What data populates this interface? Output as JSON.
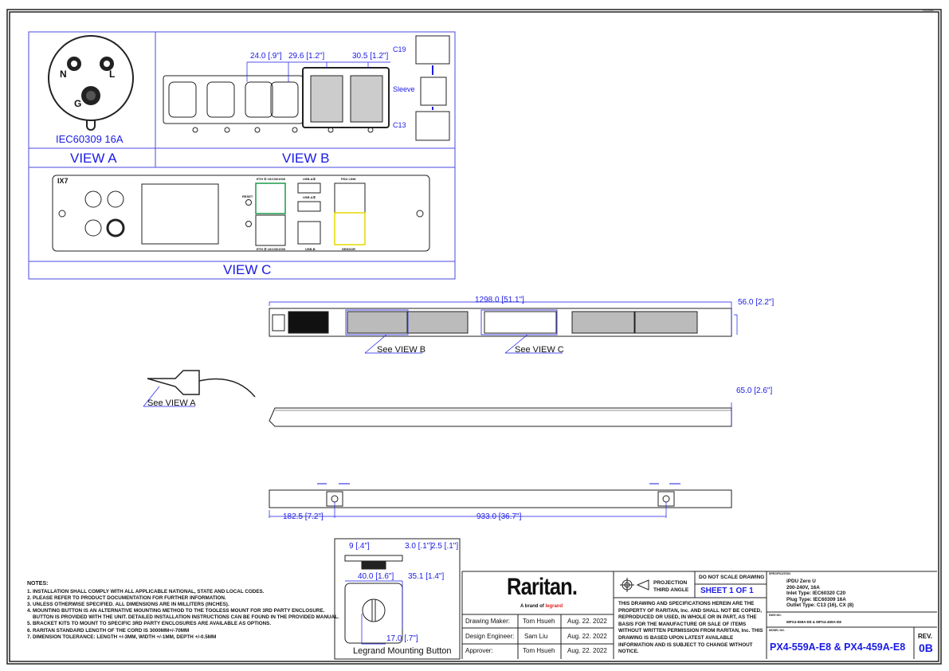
{
  "sheet_code": "PX4-559A",
  "view_a": {
    "label": "VIEW A",
    "plug_name": "IEC60309 16A",
    "pins": [
      "N",
      "L",
      "G"
    ]
  },
  "view_b": {
    "label": "VIEW B",
    "dims": [
      "24.0 [.9\"]",
      "29.6 [1.2\"]",
      "30.5 [1.2\"]"
    ],
    "outlet_labels": [
      "C19",
      "Sleeve",
      "C13"
    ]
  },
  "view_c": {
    "label": "VIEW C",
    "logo": "IX7",
    "ports": {
      "eth1": "ETH ① 10/100/1000",
      "eth2": "ETH ② 10/100/1000",
      "usb_a1": "USB-A①",
      "usb_a2": "USB-A②",
      "usb_b": "USB-B",
      "pdu_link": "PDU LINK",
      "sensor": "SENSOR",
      "reset": "RESET"
    }
  },
  "front": {
    "width_dim": "1298.0 [51.1\"]",
    "depth_dim": "56.0 [2.2\"]",
    "see_b": "See VIEW B",
    "see_c": "See VIEW C"
  },
  "side": {
    "height_dim": "65.0 [2.6\"]",
    "see_a": "See VIEW A"
  },
  "rear": {
    "dim_left": "182.5 [7.2\"]",
    "dim_span": "933.0 [36.7\"]"
  },
  "mount_button": {
    "title": "Legrand Mounting Button",
    "dims": [
      "9 [.4\"]",
      "3.0 [.1\"]",
      "2.5 [.1\"]",
      "40.0 [1.6\"]",
      "35.1 [1.4\"]",
      "17.0 [.7\"]"
    ]
  },
  "notes": {
    "title": "NOTES:",
    "items": [
      "1. INSTALLATION SHALL COMPLY WITH ALL APPLICABLE NATIONAL, STATE AND LOCAL CODES.",
      "2. PLEASE REFER TO PRODUCT DOCUMENTATION FOR FURTHER INFORMATION.",
      "3. UNLESS OTHERWISE SPECIFIED. ALL DIMENSIONS ARE IN MILLITERS (INCHES).",
      "4. MOUNTING BUTTON IS AN ALTERNATIVE MOUNTING METHOD TO THE TOOLESS MOUNT FOR 3RD PARTY ENCLOSURE.\n    BUTTON IS PROVIDED WITH THE UNIT. DETAILED INSTALLATION INSTRUCTIONS CAN BE FOUND IN THE PROVIDED MANUAL.",
      "5. BRACKET KITS TO MOUNT TO SPECIFIC 3RD PARTY ENCLOSURES ARE AVAILABLE AS OPTIONS.",
      "6. RARITAN STANDARD LENGTH OF THE CORD IS 3000MM+/-70MM",
      "7. DIMENSION TOLERANCE: LENGTH +/-3MM, WIDTH +/-1MM, DEPTH +/-0.5MM"
    ]
  },
  "title_block": {
    "brand": "Raritan.",
    "brand_sub": "A brand of",
    "brand_parent": "legrand",
    "people": [
      {
        "role": "Drawing Maker:",
        "name": "Tom Hsueh",
        "date": "Aug. 22. 2022"
      },
      {
        "role": "Design Engineer:",
        "name": "Sam Liu",
        "date": "Aug. 22. 2022"
      },
      {
        "role": "Approver:",
        "name": "Tom Hsueh",
        "date": "Aug. 22. 2022"
      }
    ],
    "projection": "PROJECTION\nTHIRD ANGLE",
    "no_scale": "DO NOT SCALE DRAWING",
    "sheet": "SHEET 1 OF 1",
    "disclaimer": "THIS DRAWING AND SPECIFICATIONS HEREIN ARE THE PROPERTY OF RARITAN, Inc. AND SHALL NOT BE COPIED, REPRODUCED OR USED, IN WHOLE OR IN PART, AS THE BASIS FOR THE MANUFACTURE OR SALE OF ITEMS WITHOUT WRITTEN PERMISSION FROM RARITAN, Inc. THIS DRAWING IS BASED UPON LATEST AVAILABLE INFORMATION AND IS SUBJECT TO CHANGE WITHOUT NOTICE.",
    "spec_label": "SPECIFICATION",
    "spec": [
      "iPDU Zero U",
      "200-240V, 16A",
      "Inlet Type: IEC60320 C20",
      "Plug Type: IEC60309 16A",
      "Outlet Type: C13 (16), CX (8)"
    ],
    "dwg_label": "DWG NO.",
    "dwg_no": "MPX4-559A-E8 & MPX4-459A-E8",
    "model_label": "MODEL NO.",
    "model_no": "PX4-559A-E8 & PX4-459A-E8",
    "rev_label": "REV.",
    "rev": "0B"
  }
}
